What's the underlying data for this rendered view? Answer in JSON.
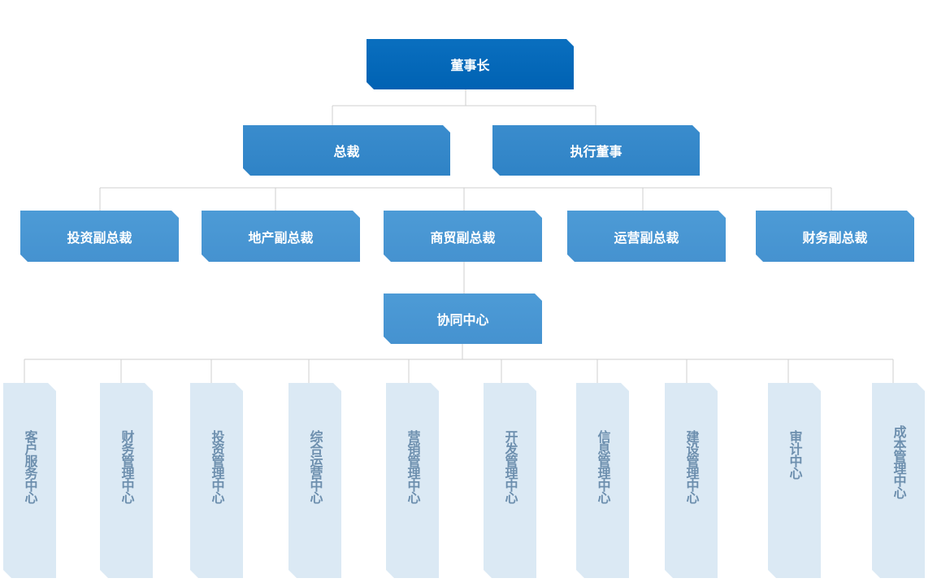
{
  "chairman": "董事长",
  "level1": [
    "总裁",
    "执行董事"
  ],
  "vice_presidents": [
    "投资副总裁",
    "地产副总裁",
    "商贸副总裁",
    "运营副总裁",
    "财务副总裁"
  ],
  "coordination_center": "协同中心",
  "centers": [
    "客户服务中心",
    "财务管理中心",
    "投资管理中心",
    "综合运营中心",
    "营销管理中心",
    "开发管理中心",
    "信息管理中心",
    "建设管理中心",
    "审计中心",
    "成本管理中心"
  ],
  "colors": {
    "top": "#0068b7",
    "level1": "#3588c9",
    "level2": "#4a97d3",
    "leaf_bg": "#dbe9f4",
    "leaf_text": "#6d8fae",
    "connector": "#cfcfcf"
  }
}
